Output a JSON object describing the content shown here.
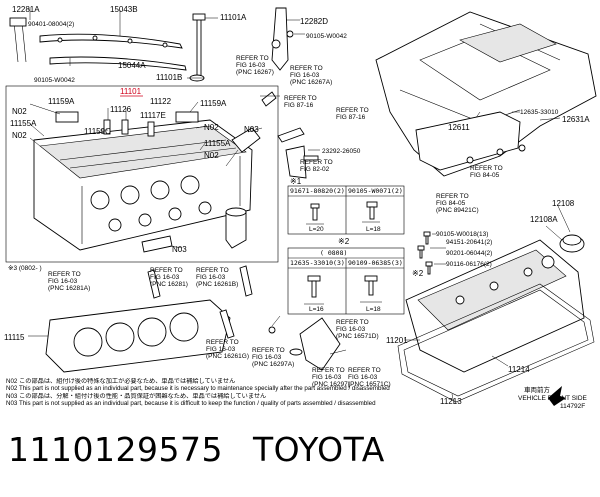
{
  "part_number": "1110129575",
  "brand": "TOYOTA",
  "diagram_code": "114792F",
  "labels": {
    "p12281A": "12281A",
    "p15043B": "15043B",
    "p11101A": "11101A",
    "p12282D": "12282D",
    "p90401": "90401-08004(2)",
    "p90105_42a": "90105-W0042",
    "p15044A": "15044A",
    "p90105_42b": "90105-W0042",
    "p11101B": "11101B",
    "p11101": "11101",
    "p11159A_l": "11159A",
    "p11126": "11126",
    "p11122": "11122",
    "p11159A_r": "11159A",
    "p11155A_l": "11155A",
    "p11159C": "11159C",
    "p11117E": "11117E",
    "p11155A_r": "11155A",
    "n02a": "N02",
    "n02b": "N02",
    "n02c": "N02",
    "n02d": "N02",
    "n03a": "N03",
    "n03b": "N03",
    "note_star3": "※3 (0802-    )",
    "p11115": "11115",
    "p23292": "23292-26050",
    "p12611": "12611",
    "p12635_top": "12635-33010",
    "p12631A": "12631A",
    "p12108": "12108",
    "p12108A": "12108A",
    "p90105_18": "90105-W0018(13)",
    "p94151": "94151-20641(2)",
    "p90201": "90201-06044(2)",
    "p90116": "90116-06176(2)",
    "p11201": "11201",
    "p11214": "11214",
    "p11213": "11213",
    "star2": "※2",
    "star1": "※1",
    "front_jp": "車両前方",
    "front_en": "VEHICLE FRONT SIDE"
  },
  "refs": [
    {
      "l1": "REFER TO",
      "l2": "FIG 16-03",
      "l3": "(PNC 16267)"
    },
    {
      "l1": "REFER TO",
      "l2": "FIG 16-03",
      "l3": "(PNC 16267A)"
    },
    {
      "l1": "REFER TO",
      "l2": "FIG 87-16",
      "l3": ""
    },
    {
      "l1": "REFER TO",
      "l2": "FIG 87-16",
      "l3": ""
    },
    {
      "l1": "REFER TO",
      "l2": "FIG 82-02",
      "l3": ""
    },
    {
      "l1": "REFER TO",
      "l2": "FIG 84-05",
      "l3": ""
    },
    {
      "l1": "REFER TO",
      "l2": "FIG 84-05",
      "l3": "(PNC 89421C)"
    },
    {
      "l1": "REFER TO",
      "l2": "FIG 16-03",
      "l3": "(PNC 16281)"
    },
    {
      "l1": "REFER TO",
      "l2": "FIG 16-03",
      "l3": "(PNC 16261B)"
    },
    {
      "l1": "REFER TO",
      "l2": "FIG 16-03",
      "l3": "(PNC 16281A)"
    },
    {
      "l1": "REFER TO",
      "l2": "FIG 16-03",
      "l3": "(PNC 16571D)"
    },
    {
      "l1": "REFER TO",
      "l2": "FIG 16-03",
      "l3": "(PNC 16261G)"
    },
    {
      "l1": "REFER TO",
      "l2": "FIG 16-03",
      "l3": "(PNC 16297A)"
    },
    {
      "l1": "REFER TO",
      "l2": "FIG 16-03",
      "l3": "(PNC 16297)"
    },
    {
      "l1": "REFER TO",
      "l2": "FIG 16-03",
      "l3": "(PNC 16571C)"
    }
  ],
  "bolt_table_1": {
    "star": "※1",
    "headers": [
      "91671-80820(2)",
      "90105-W0071(2)"
    ],
    "dims": [
      "L=20",
      "L=18"
    ]
  },
  "bolt_table_2": {
    "star": "※2",
    "header_top": "(  0808)",
    "headers": [
      "12635-33010(3)",
      "90109-06385(3)"
    ],
    "dims": [
      "L=16",
      "L=18"
    ]
  },
  "notes": [
    "N02 この部品は、組付け後の特殊な加工が必要なため、単品では補給していません",
    "N02 This part is not supplied as an individual part, because it is necessary to maintenance specially after the part assembled / disassembled",
    "N03 この部品は、分解・組付け後の性能・品質保証が困難なため、単品では補給していません",
    "N03 This part is not supplied as an individual part, because it is difficult to keep the function / quality of parts  assembled / disassembled"
  ]
}
